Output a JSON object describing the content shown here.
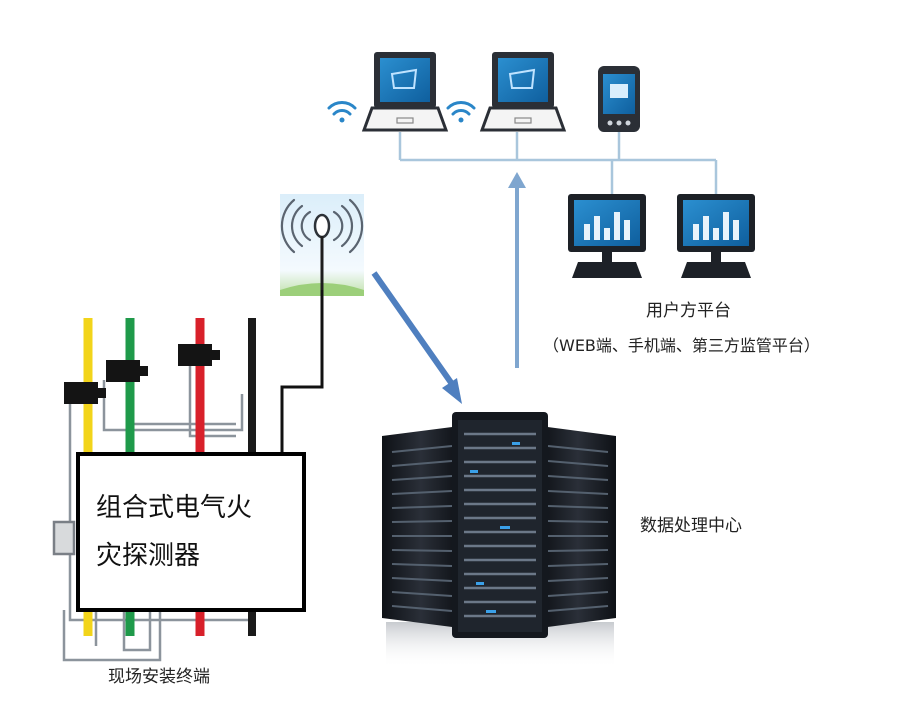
{
  "labels": {
    "user_platform": "用户方平台",
    "user_platform_detail": "（WEB端、手机端、第三方监管平台）",
    "data_center": "数据处理中心",
    "detector_line1": "组合式电气火",
    "detector_line2": "灾探测器",
    "site_terminal": "现场安装终端"
  },
  "colors": {
    "wire_yellow": "#f2d41a",
    "wire_green": "#1f9a4a",
    "wire_red": "#d8202a",
    "wire_black": "#1a1a1a",
    "network_line": "#a9c6dc",
    "arrow_blue": "#4f7fbf",
    "server_dark": "#1c2026"
  },
  "icons": [
    "laptop-icon",
    "phone-icon",
    "monitor-icon",
    "wifi-icon",
    "antenna-icon",
    "server-rack-icon",
    "current-sensor-icon"
  ]
}
